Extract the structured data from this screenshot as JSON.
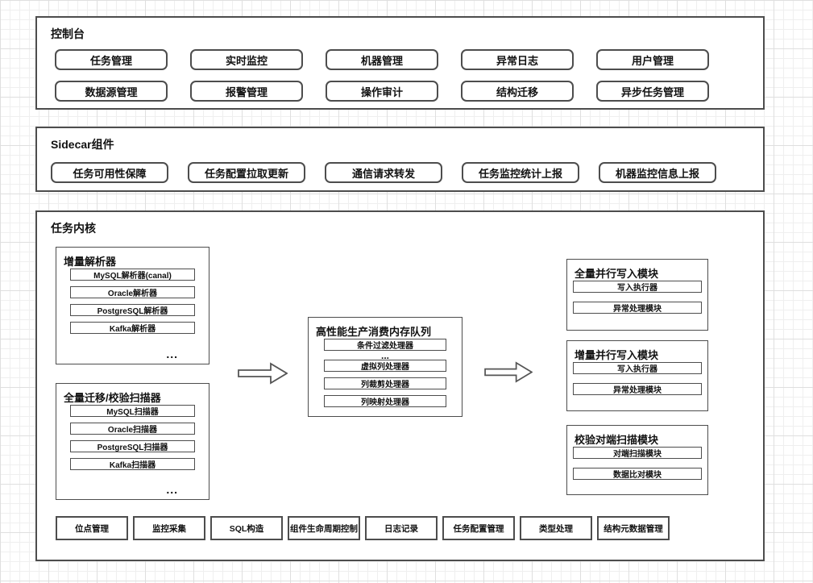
{
  "console": {
    "title": "控制台",
    "rows": [
      [
        "任务管理",
        "实时监控",
        "机器管理",
        "异常日志",
        "用户管理"
      ],
      [
        "数据源管理",
        "报警管理",
        "操作审计",
        "结构迁移",
        "异步任务管理"
      ]
    ]
  },
  "sidecar": {
    "title": "Sidecar组件",
    "items": [
      "任务可用性保障",
      "任务配置拉取更新",
      "通信请求转发",
      "任务监控统计上报",
      "机器监控信息上报"
    ]
  },
  "kernel": {
    "title": "任务内核",
    "incremental_parser": {
      "title": "增量解析器",
      "items": [
        "MySQL解析器(canal)",
        "Oracle解析器",
        "PostgreSQL解析器",
        "Kafka解析器"
      ],
      "ellipsis": "..."
    },
    "full_scanner": {
      "title": "全量迁移/校验扫描器",
      "items": [
        "MySQL扫描器",
        "Oracle扫描器",
        "PostgreSQL扫描器",
        "Kafka扫描器"
      ],
      "ellipsis": "..."
    },
    "memory_queue": {
      "title": "高性能生产消费内存队列",
      "items": [
        "条件过滤处理器",
        "虚拟列处理器",
        "列裁剪处理器",
        "列映射处理器"
      ],
      "ellipsis": "..."
    },
    "full_writer": {
      "title": "全量并行写入模块",
      "items": [
        "写入执行器",
        "异常处理模块"
      ]
    },
    "incremental_writer": {
      "title": "增量并行写入模块",
      "items": [
        "写入执行器",
        "异常处理模块"
      ]
    },
    "verify_scanner": {
      "title": "校验对端扫描模块",
      "items": [
        "对端扫描模块",
        "数据比对模块"
      ]
    },
    "foundation": [
      "位点管理",
      "监控采集",
      "SQL构造",
      "组件生命周期控制",
      "日志记录",
      "任务配置管理",
      "类型处理",
      "结构元数据管理"
    ]
  },
  "colors": {
    "shape_border": "#4d4d4d",
    "shape_fill": "#ffffff",
    "grid_minor": "#efefef",
    "grid_major": "#dfdfdf"
  }
}
